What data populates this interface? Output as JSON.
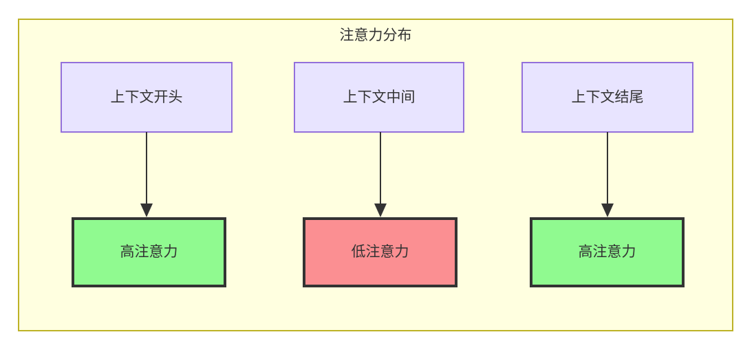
{
  "diagram": {
    "title": "注意力分布",
    "columns": [
      {
        "id": "start",
        "context_label": "上下文开头",
        "outcome_label": "高注意力",
        "outcome_level": "high",
        "arrow_name": "arrow-start-to-high"
      },
      {
        "id": "middle",
        "context_label": "上下文中间",
        "outcome_label": "低注意力",
        "outcome_level": "low",
        "arrow_name": "arrow-middle-to-low"
      },
      {
        "id": "end",
        "context_label": "上下文结尾",
        "outcome_label": "高注意力",
        "outcome_level": "high",
        "arrow_name": "arrow-end-to-high"
      }
    ],
    "colors": {
      "container_fill": "#FFFFE0",
      "container_border": "#BDB227",
      "context_fill": "#E8E4FF",
      "context_border": "#9370DB",
      "high_fill": "#90FA90",
      "low_fill": "#FB8F92",
      "outcome_border": "#333333",
      "text": "#333333",
      "arrow": "#333333"
    }
  }
}
